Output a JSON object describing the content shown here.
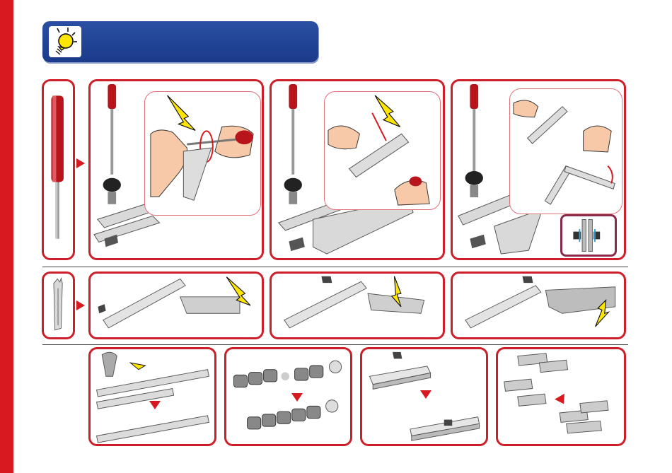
{
  "header": {
    "icon": "lightbulb-icon",
    "color": "#1b3a8a"
  },
  "accent": "#d71920",
  "rows": [
    {
      "tool": "screwdriver-icon",
      "panels": [
        "screwdriver-tightening",
        "bend-with-screwdriver",
        "hinge-joint"
      ]
    },
    {
      "tool": "wrench-icon",
      "panels": [
        "wrench-hold-nut-1",
        "wrench-hold-nut-2",
        "wrench-hold-nut-3"
      ]
    },
    {
      "tool": "",
      "panels": [
        "rivet-join-strips",
        "chain-link-join",
        "nut-into-strip",
        "track-link-join"
      ]
    }
  ]
}
